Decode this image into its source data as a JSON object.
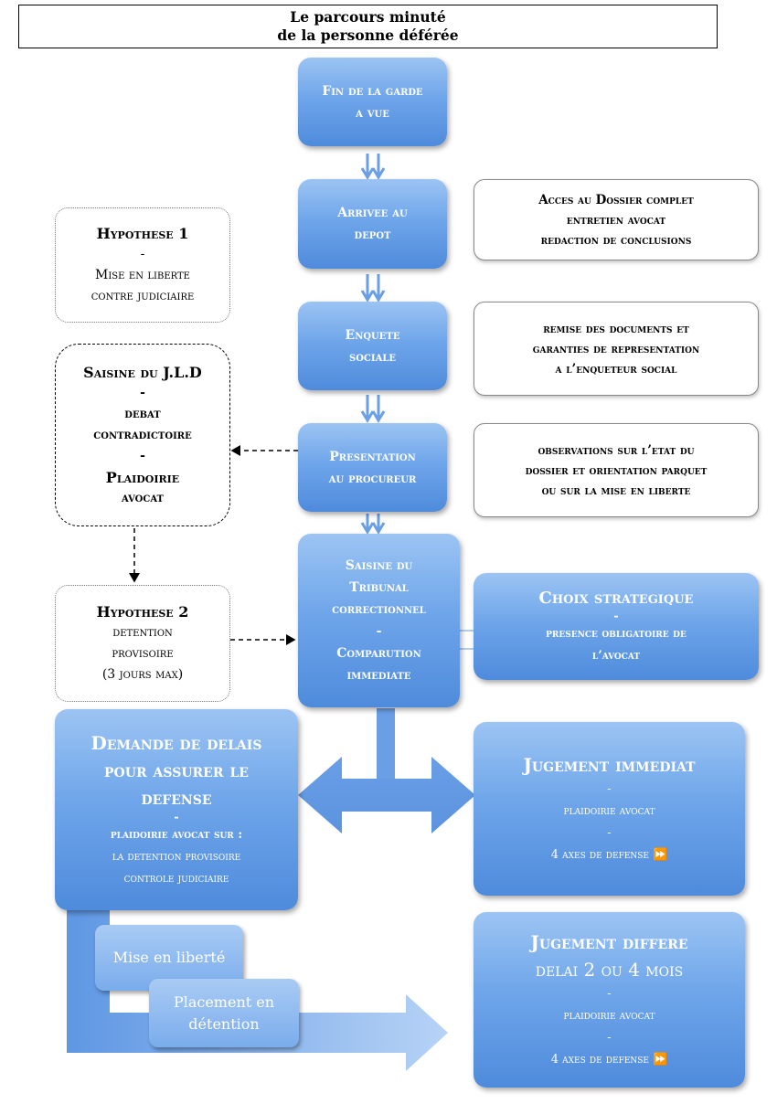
{
  "title": {
    "line1": "Le parcours minuté",
    "line2": "de la personne déférée"
  },
  "steps": {
    "fin_garde": [
      "Fin de la garde",
      "a vue"
    ],
    "arrivee": [
      "Arrivee au",
      "depot"
    ],
    "enquete": [
      "Enquete",
      "sociale"
    ],
    "presentation": [
      "Presentation",
      "au procureur"
    ],
    "saisine_tribunal": [
      "Saisine du",
      "Tribunal",
      "correctionnel",
      "-",
      "Comparution",
      "immediate"
    ]
  },
  "notes": {
    "acces": [
      "Acces au Dossier complet",
      "entretien avocat",
      "redaction de conclusions"
    ],
    "remise": [
      "remise des documents et",
      "garanties de representation",
      "a l’enqueteur social"
    ],
    "observations": [
      "observations sur l’etat du",
      "dossier  et orientation parquet",
      "ou sur la mise en liberte"
    ]
  },
  "hypotheses": {
    "h1": {
      "title": "Hypothese 1",
      "dash": "-",
      "lines": [
        "Mise en liberte",
        "contre judiciaire"
      ]
    },
    "jld": {
      "lines": [
        "Saisine du J.L.D",
        "-",
        "debat",
        "contradictoire",
        "-",
        "Plaidoirie",
        "avocat"
      ]
    },
    "h2": {
      "title": "Hypothese 2",
      "lines": [
        "detention",
        "provisoire",
        "(3 jours max)"
      ]
    }
  },
  "choix": {
    "title": "Choix strategique",
    "dash": "-",
    "lines": [
      "presence obligatoire de",
      "l’avocat"
    ]
  },
  "demande": {
    "title": [
      "Demande de delais",
      "pour assurer le",
      "defense"
    ],
    "dash": "-",
    "bold_line": "plaidoirie avocat sur :",
    "lines": [
      "la detention provisoire",
      "controle judiciaire"
    ]
  },
  "jugement_immediat": {
    "title": "Jugement immediat",
    "dash1": "-",
    "line1": "plaidoirie avocat",
    "dash2": "-",
    "line2": "4 axes de defense ⏩"
  },
  "jugement_differe": {
    "title": "Jugement differe",
    "subtitle": "delai 2 ou 4 mois",
    "dash1": "-",
    "line1": "plaidoirie avocat",
    "dash2": "-",
    "line2": "4 axes de defense ⏩"
  },
  "options": {
    "mise_en_liberte": "Mise en liberté",
    "placement": [
      "Placement en",
      "détention"
    ]
  },
  "colors": {
    "blue_top": "#9cc4f3",
    "blue_bottom": "#4f8bdc",
    "arrow_blue": "#6a9fe6"
  }
}
